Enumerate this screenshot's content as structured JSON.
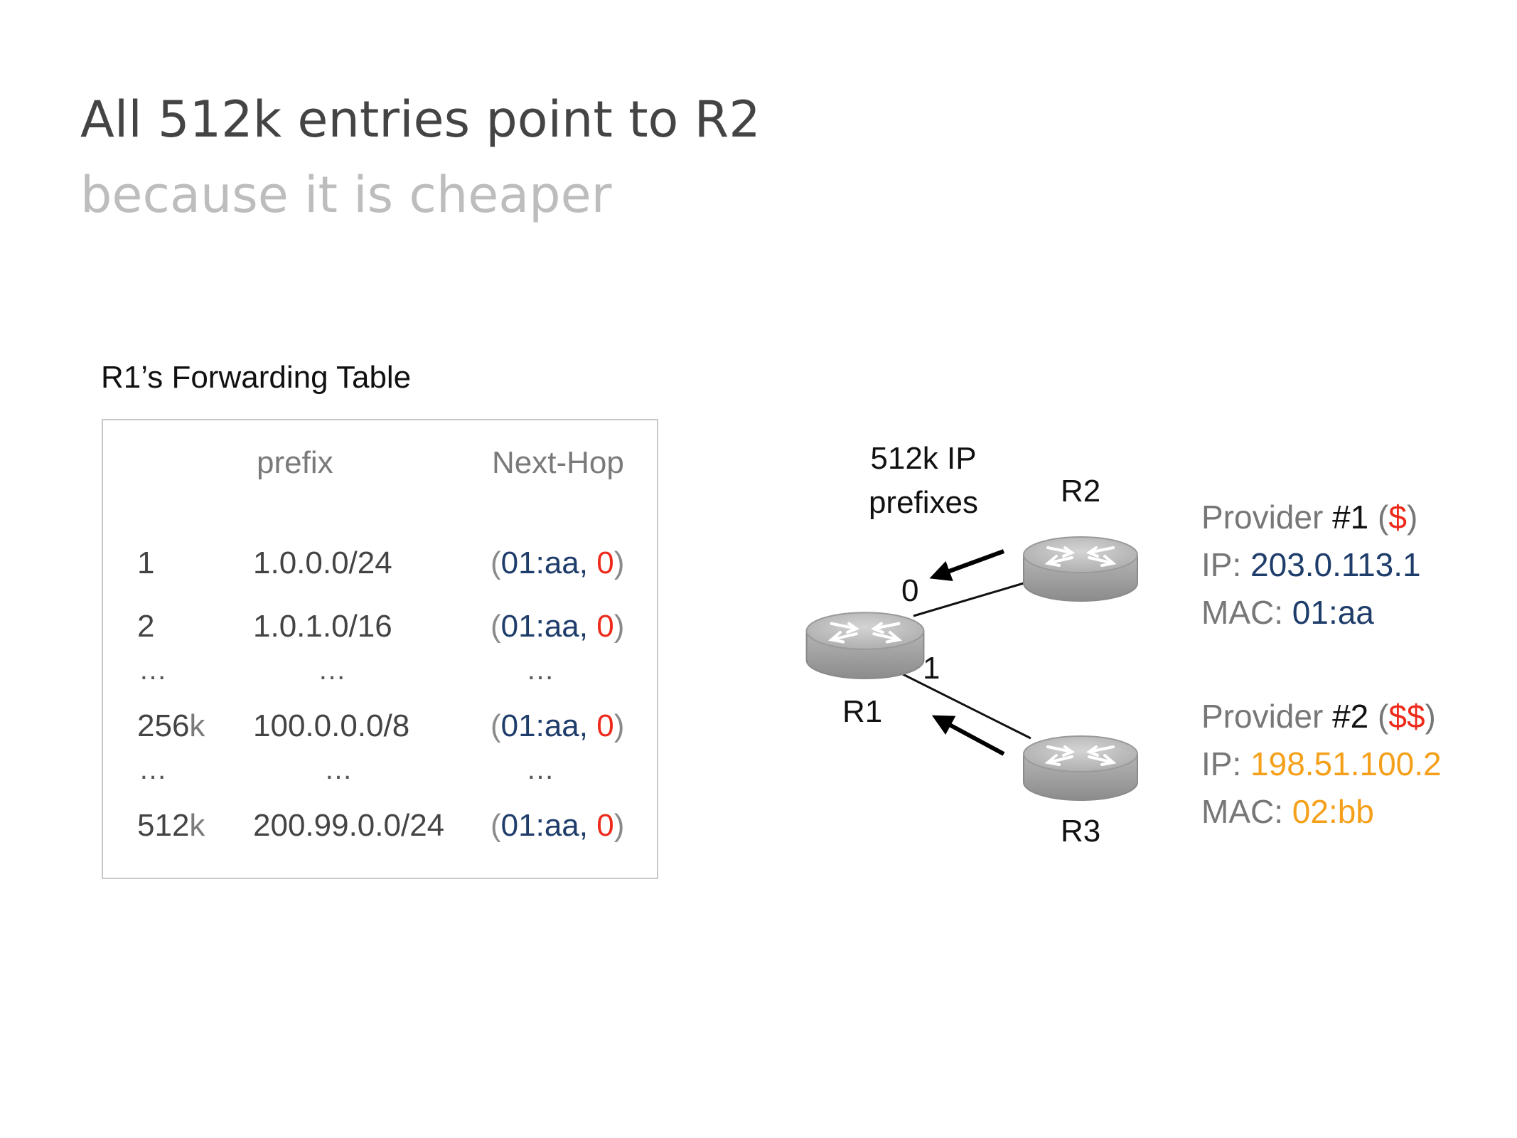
{
  "slide": {
    "title": "All 512k entries point to R2",
    "subtitle": "because it is cheaper"
  },
  "table": {
    "caption": "R1’s Forwarding Table",
    "headers": {
      "prefix": "prefix",
      "next_hop": "Next-Hop"
    },
    "ellipsis": "…",
    "rows": [
      {
        "index_num": "1",
        "index_suffix": "",
        "prefix": "1.0.0.0/24",
        "mac": "01:aa",
        "port": "0"
      },
      {
        "index_num": "2",
        "index_suffix": "",
        "prefix": "1.0.1.0/16",
        "mac": "01:aa",
        "port": "0"
      },
      {
        "index_num": "256",
        "index_suffix": "k",
        "prefix": "100.0.0.0/8",
        "mac": "01:aa",
        "port": "0"
      },
      {
        "index_num": "512",
        "index_suffix": "k",
        "prefix": "200.99.0.0/24",
        "mac": "01:aa",
        "port": "0"
      }
    ],
    "punct": {
      "open": "(",
      "comma": ", ",
      "close": ")"
    }
  },
  "diagram": {
    "routers": {
      "r1": "R1",
      "r2": "R2",
      "r3": "R3"
    },
    "ports": {
      "to_r2": "0",
      "to_r3": "1"
    },
    "announcement": {
      "line1": "512k IP",
      "line2": "prefixes"
    },
    "colors": {
      "router_body": "#a6a6a6",
      "router_top": "#c8c8c8",
      "arrow": "#000000",
      "navy": "#1f3d6b",
      "red": "#ee2a1b",
      "orange": "#f5a01b"
    }
  },
  "providers": [
    {
      "label": "Provider ",
      "num": "#1",
      "paren_open": " (",
      "cost": "$",
      "paren_close": ")",
      "ip_label": "IP: ",
      "ip": "203.0.113.1",
      "mac_label": "MAC: ",
      "mac": "01:aa"
    },
    {
      "label": "Provider ",
      "num": "#2",
      "paren_open": " (",
      "cost": "$$",
      "paren_close": ")",
      "ip_label": "IP: ",
      "ip": "198.51.100.2",
      "mac_label": "MAC: ",
      "mac": "02:bb"
    }
  ]
}
